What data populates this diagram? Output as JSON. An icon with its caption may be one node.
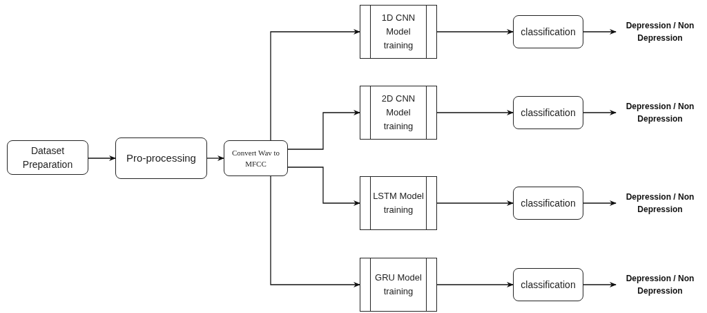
{
  "diagram": {
    "nodes": [
      {
        "text": [
          "Dataset Preparation"
        ]
      },
      {
        "text": [
          "Pro-processing"
        ]
      },
      {
        "text": [
          "Convert Wav to MFCC"
        ]
      },
      {
        "text": [
          "1D CNN Model training"
        ]
      },
      {
        "text": [
          "2D CNN Model training"
        ]
      },
      {
        "text": [
          "LSTM Model training"
        ]
      },
      {
        "text": [
          "GRU Model training"
        ]
      },
      {
        "text": [
          "classification"
        ]
      },
      {
        "text": [
          "classification"
        ]
      },
      {
        "text": [
          "classification"
        ]
      },
      {
        "text": [
          "classification"
        ]
      },
      {
        "text": [
          "Depression / Non Depression"
        ]
      },
      {
        "text": [
          "Depression / Non Depression"
        ]
      },
      {
        "text": [
          "Depression / Non Depression"
        ]
      },
      {
        "text": [
          "Depression / Non Depression"
        ]
      }
    ],
    "edges": [
      {
        "from": 0,
        "to": 1,
        "arrow": "to"
      },
      {
        "from": 1,
        "to": 2,
        "arrow": "to"
      },
      {
        "from": 2,
        "to": 3,
        "arrow": "to"
      },
      {
        "from": 2,
        "to": 4,
        "arrow": "to"
      },
      {
        "from": 2,
        "to": 5,
        "arrow": "to"
      },
      {
        "from": 2,
        "to": 6,
        "arrow": "to"
      },
      {
        "from": 3,
        "to": 7,
        "arrow": "to"
      },
      {
        "from": 4,
        "to": 8,
        "arrow": "to"
      },
      {
        "from": 5,
        "to": 9,
        "arrow": "to"
      },
      {
        "from": 6,
        "to": 10,
        "arrow": "to"
      },
      {
        "from": 7,
        "to": 11,
        "arrow": "to"
      },
      {
        "from": 8,
        "to": 12,
        "arrow": "to"
      },
      {
        "from": 9,
        "to": 13,
        "arrow": "to"
      },
      {
        "from": 10,
        "to": 14,
        "arrow": "to"
      }
    ]
  }
}
